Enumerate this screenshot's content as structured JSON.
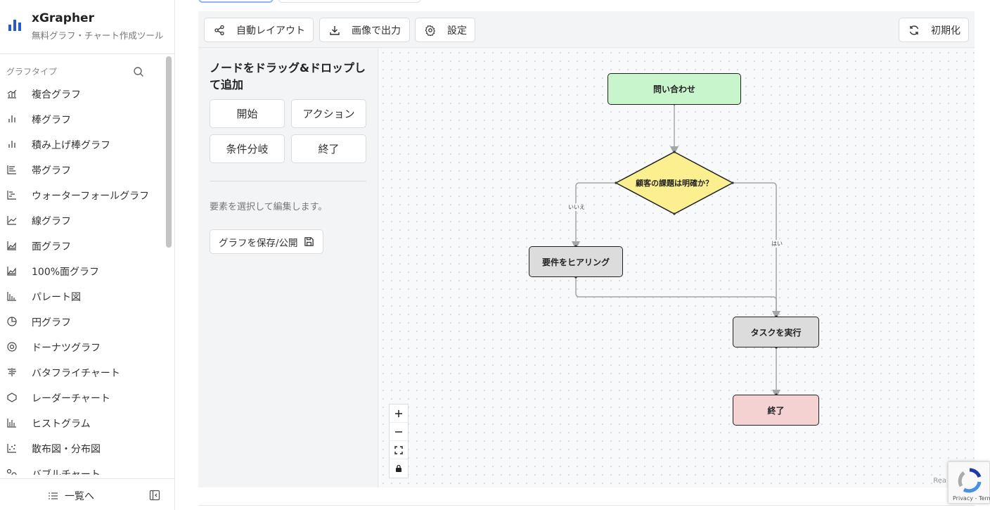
{
  "app": {
    "title": "xGrapher",
    "subtitle": "無料グラフ・チャート作成ツール"
  },
  "sidebar": {
    "section_label": "グラフタイプ",
    "items": [
      {
        "label": "複合グラフ",
        "icon": "combo-chart-icon"
      },
      {
        "label": "棒グラフ",
        "icon": "bar-chart-icon"
      },
      {
        "label": "積み上げ棒グラフ",
        "icon": "stacked-bar-icon"
      },
      {
        "label": "帯グラフ",
        "icon": "band-chart-icon"
      },
      {
        "label": "ウォーターフォールグラフ",
        "icon": "waterfall-icon"
      },
      {
        "label": "線グラフ",
        "icon": "line-chart-icon"
      },
      {
        "label": "面グラフ",
        "icon": "area-chart-icon"
      },
      {
        "label": "100%面グラフ",
        "icon": "percent-area-icon"
      },
      {
        "label": "パレート図",
        "icon": "pareto-icon"
      },
      {
        "label": "円グラフ",
        "icon": "pie-chart-icon"
      },
      {
        "label": "ドーナツグラフ",
        "icon": "donut-chart-icon"
      },
      {
        "label": "バタフライチャート",
        "icon": "butterfly-chart-icon"
      },
      {
        "label": "レーダーチャート",
        "icon": "radar-chart-icon"
      },
      {
        "label": "ヒストグラム",
        "icon": "histogram-icon"
      },
      {
        "label": "散布図・分布図",
        "icon": "scatter-icon"
      },
      {
        "label": "バブルチャート",
        "icon": "bubble-chart-icon"
      }
    ],
    "footer_list_label": "一覧へ"
  },
  "toolbar": {
    "auto_layout_label": "自動レイアウト",
    "export_label": "画像で出力",
    "settings_label": "設定",
    "reset_label": "初期化"
  },
  "palette": {
    "title": "ノードをドラッグ&ドロップして追加",
    "nodes": {
      "start": "開始",
      "action": "アクション",
      "condition": "条件分岐",
      "end": "終了"
    },
    "hint": "要素を選択して編集します。",
    "save_label": "グラフを保存/公開"
  },
  "flow": {
    "nodes": {
      "inquiry": {
        "label": "問い合わせ",
        "color": "#c8f5cb"
      },
      "decision": {
        "label": "顧客の課題は明確か？",
        "color": "#fbef8f"
      },
      "hearing": {
        "label": "要件をヒアリング",
        "color": "#dcdcdc"
      },
      "task": {
        "label": "タスクを実行",
        "color": "#dcdcdc"
      },
      "end": {
        "label": "終了",
        "color": "#f5d2d2"
      }
    },
    "edge_labels": {
      "no": "いいえ",
      "yes": "はい"
    }
  },
  "canvas": {
    "attribution": "Rea"
  },
  "recaptcha": {
    "label": "Privacy - Terms"
  }
}
